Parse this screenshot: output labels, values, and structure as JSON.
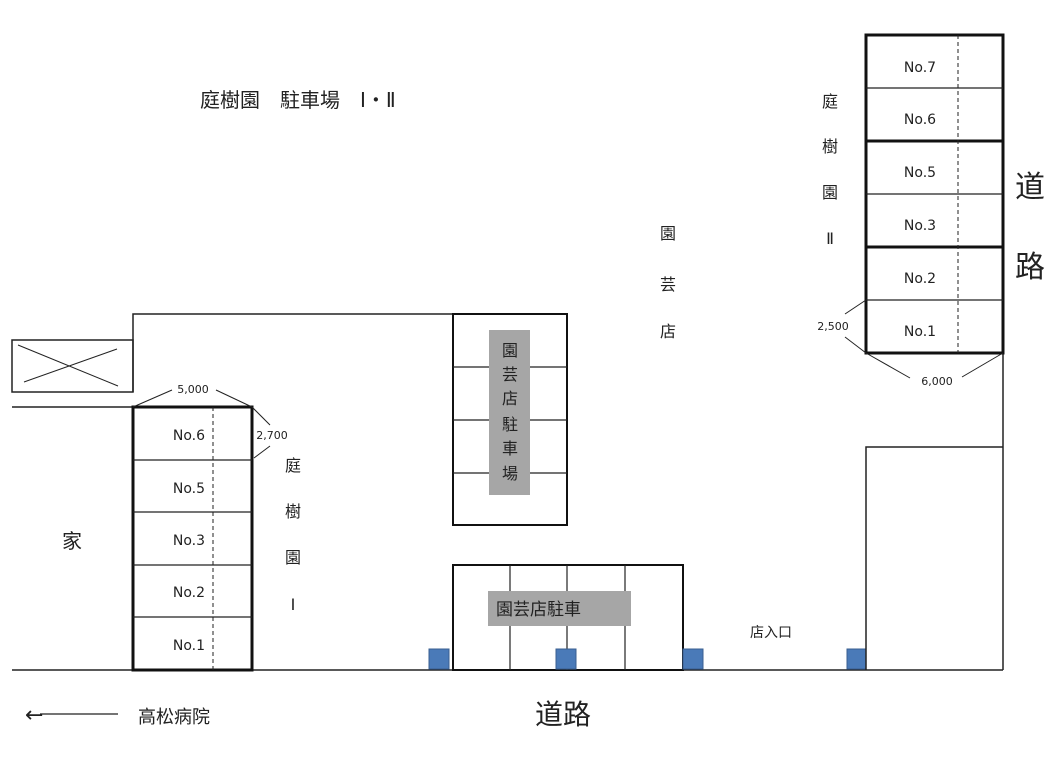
{
  "title": "庭樹園　駐車場　Ⅰ・Ⅱ",
  "lot1": {
    "label_chars": [
      "庭",
      "樹",
      "園",
      "Ⅰ"
    ],
    "spaces": [
      "No.6",
      "No.5",
      "No.3",
      "No.2",
      "No.1"
    ],
    "width_dim": "5,000",
    "depth_dim": "2,700"
  },
  "lot2": {
    "label_chars": [
      "庭",
      "樹",
      "園",
      "Ⅱ"
    ],
    "spaces": [
      "No.7",
      "No.6",
      "No.5",
      "No.3",
      "No.2",
      "No.1"
    ],
    "width_dim": "2,500",
    "depth_dim": "6,000"
  },
  "shop_label_chars": [
    "園",
    "芸",
    "店"
  ],
  "shop_parking_vertical_chars": [
    "園",
    "芸",
    "店",
    "駐",
    "車",
    "場"
  ],
  "shop_parking_horizontal": "園芸店駐車",
  "shop_entrance": "店入口",
  "house": "家",
  "road_bottom": "道路",
  "road_right_chars": [
    "道",
    "路"
  ],
  "direction": {
    "arrow": "←",
    "label": "高松病院"
  },
  "colors": {
    "post": "#4a7ab8",
    "label_bg": "#a6a6a6"
  }
}
